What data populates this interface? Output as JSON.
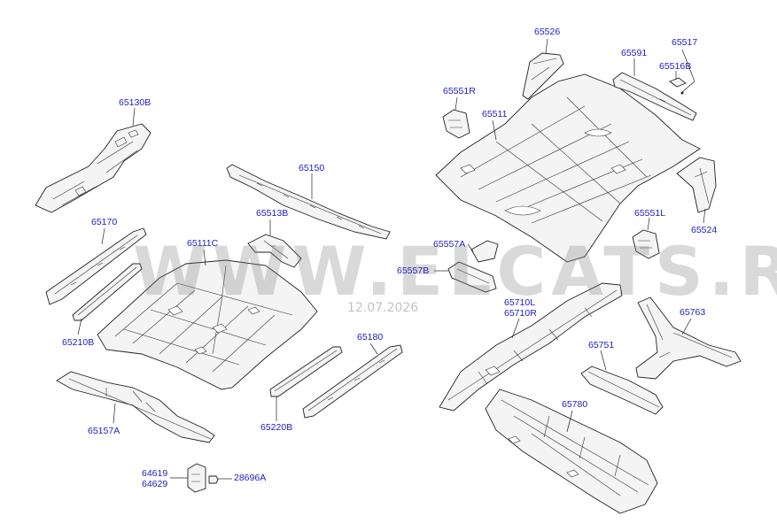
{
  "watermark": {
    "text": "WWW.ELCATS.RU",
    "date": "12.07.2026"
  },
  "callouts": {
    "p65526": "65526",
    "p65517": "65517",
    "p65591": "65591",
    "p65516B": "65516B",
    "p65551R": "65551R",
    "p65511": "65511",
    "p65130B": "65130B",
    "p65150": "65150",
    "p65513B": "65513B",
    "p65170": "65170",
    "p65111C": "65111C",
    "p65557A": "65557A",
    "p65557B": "65557B",
    "p65551L": "65551L",
    "p65524": "65524",
    "p65710L": "65710L",
    "p65710R": "65710R",
    "p65763": "65763",
    "p65210B": "65210B",
    "p65180": "65180",
    "p65751": "65751",
    "p65157A": "65157A",
    "p65220B": "65220B",
    "p65780": "65780",
    "p64619": "64619",
    "p64629": "64629",
    "p28696A": "28696A"
  }
}
